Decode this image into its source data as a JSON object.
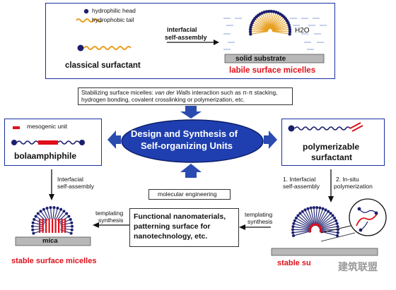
{
  "top_panel": {
    "legend_head": "hydrophilic head",
    "legend_tail": "hydrophobic tail",
    "classical_label": "classical surfactant",
    "arrow_label_1": "interfacial",
    "arrow_label_2": "self-assembly",
    "water_label": "H2O",
    "substrate_label": "solid substrate",
    "result_label": "labile surface micelles"
  },
  "stabilizing_note": {
    "line1_prefix": "Stabilizing surface micelles: ",
    "line1_italic": "van der Walls",
    "line1_rest": " interaction such as π-π stacking,",
    "line2": "hydrogen bonding, covalent crosslinking or polymerization, etc."
  },
  "center": {
    "line1": "Design and Synthesis of",
    "line2": "Self-organizing Units"
  },
  "left_panel": {
    "mesogenic_label": "mesogenic unit",
    "bola_label": "bolaamphiphile"
  },
  "right_panel": {
    "poly_label_1": "polymerizable",
    "poly_label_2": "surfactant"
  },
  "left_flow": {
    "label_1": "Interfacial",
    "label_2": "self-assembly"
  },
  "right_flow": {
    "step1_1": "1. Interfacial",
    "step1_2": "self-assembly",
    "step2_1": "2. In-situ",
    "step2_2": "polymerization"
  },
  "molecular_engineering": "molecular engineering",
  "functional_box": {
    "line1": "Functional nanomaterials,",
    "line2": "patterning surface for",
    "line3": "nanotechnology, etc."
  },
  "templating_left": {
    "line1": "templating",
    "line2": "synthesis"
  },
  "templating_right": {
    "line1": "templating",
    "line2": "synthesis"
  },
  "mica_label": "mica",
  "stable_left": "stable surface micelles",
  "stable_right": "stable su",
  "watermark": "建筑联盟",
  "colors": {
    "frame_blue": "#1a2fa0",
    "tail_orange": "#e8a020",
    "head_navy": "#1b1f6e",
    "label_red": "#e0101a",
    "center_fill": "#1f3fb0",
    "arrow_blue": "#2a4bb0"
  }
}
